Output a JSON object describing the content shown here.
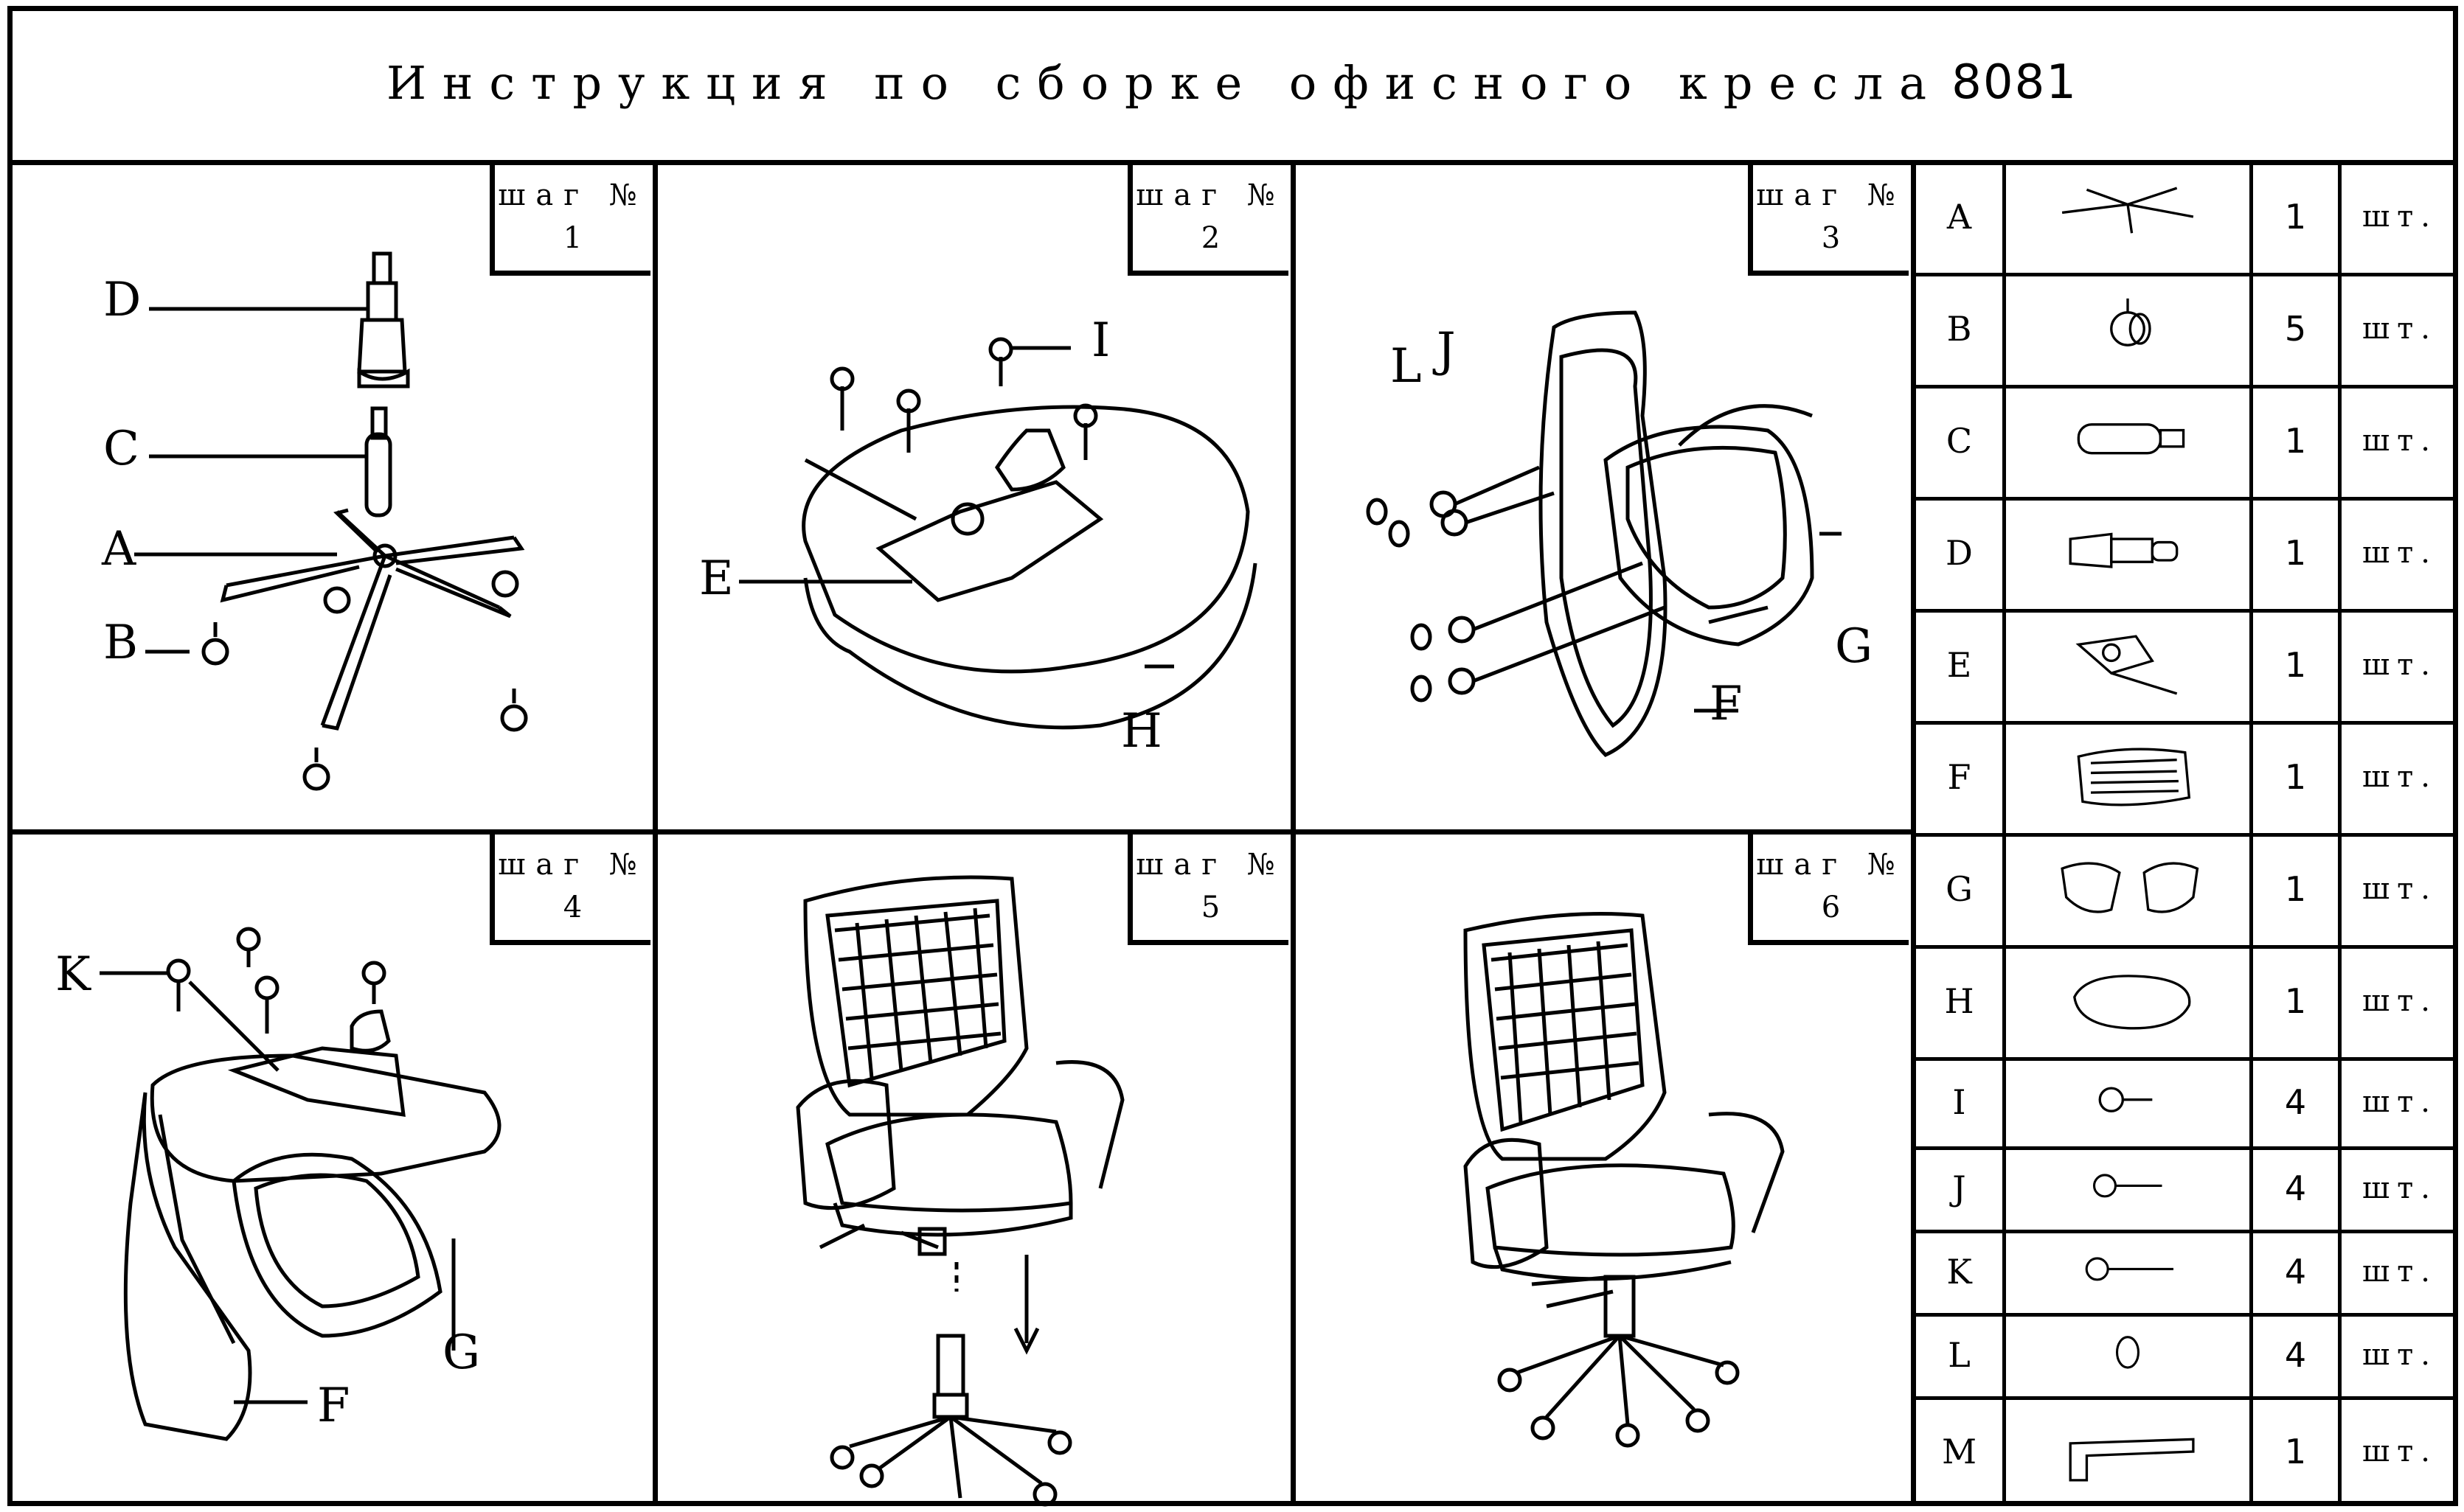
{
  "title": {
    "text": "Инструкция по сборке офисного кресла",
    "model": "8081"
  },
  "steps": [
    {
      "label": "шаг №",
      "num": "1",
      "callouts": [
        "D",
        "C",
        "A",
        "B"
      ]
    },
    {
      "label": "шаг №",
      "num": "2",
      "callouts": [
        "I",
        "E",
        "H"
      ]
    },
    {
      "label": "шаг №",
      "num": "3",
      "callouts": [
        "L",
        "J",
        "G",
        "F"
      ]
    },
    {
      "label": "шаг №",
      "num": "4",
      "callouts": [
        "K",
        "G",
        "F"
      ]
    },
    {
      "label": "шаг №",
      "num": "5"
    },
    {
      "label": "шаг №",
      "num": "6"
    }
  ],
  "parts": [
    {
      "letter": "A",
      "qty": "1",
      "unit": "шт.",
      "icon": "star-base-icon"
    },
    {
      "letter": "B",
      "qty": "5",
      "unit": "шт.",
      "icon": "caster-wheel-icon"
    },
    {
      "letter": "C",
      "qty": "1",
      "unit": "шт.",
      "icon": "gas-lift-icon"
    },
    {
      "letter": "D",
      "qty": "1",
      "unit": "шт.",
      "icon": "gas-lift-cover-icon"
    },
    {
      "letter": "E",
      "qty": "1",
      "unit": "шт.",
      "icon": "tilt-mechanism-icon"
    },
    {
      "letter": "F",
      "qty": "1",
      "unit": "шт.",
      "icon": "backrest-icon"
    },
    {
      "letter": "G",
      "qty": "1",
      "unit": "шт.",
      "icon": "armrests-icon"
    },
    {
      "letter": "H",
      "qty": "1",
      "unit": "шт.",
      "icon": "seat-cushion-icon"
    },
    {
      "letter": "I",
      "qty": "4",
      "unit": "шт.",
      "icon": "short-bolt-icon"
    },
    {
      "letter": "J",
      "qty": "4",
      "unit": "шт.",
      "icon": "medium-bolt-icon"
    },
    {
      "letter": "K",
      "qty": "4",
      "unit": "шт.",
      "icon": "long-bolt-icon"
    },
    {
      "letter": "L",
      "qty": "4",
      "unit": "шт.",
      "icon": "plug-cap-icon"
    },
    {
      "letter": "M",
      "qty": "1",
      "unit": "шт.",
      "icon": "hex-key-icon"
    }
  ]
}
